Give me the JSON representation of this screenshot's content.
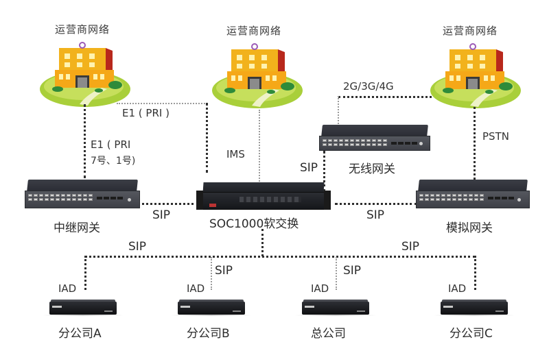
{
  "diagram": {
    "type": "network-topology",
    "carrier_networks": [
      {
        "id": "carrier-left",
        "label": "运营商网络"
      },
      {
        "id": "carrier-center",
        "label": "运营商网络"
      },
      {
        "id": "carrier-right",
        "label": "运营商网络"
      }
    ],
    "devices": {
      "trunk_gateway": {
        "label": "中继网关"
      },
      "softswitch": {
        "label": "SOC1000软交换"
      },
      "wireless_gateway": {
        "label": "无线网关"
      },
      "analog_gateway": {
        "label": "模拟网关"
      }
    },
    "link_labels": {
      "e1_pri_top": "E1 ( PRI )",
      "e1_pri_line1": "E1 ( PRI",
      "e1_pri_line2": "7号、1号)",
      "ims": "IMS",
      "mobile": "2G/3G/4G",
      "pstn": "PSTN",
      "sip_wireless": "SIP",
      "sip_trunk": "SIP",
      "sip_analog": "SIP",
      "sip_branch_left": "SIP",
      "sip_branch_b": "SIP",
      "sip_hq": "SIP",
      "sip_branch_right": "SIP"
    },
    "offices": [
      {
        "id": "branch-a",
        "device": "IAD",
        "label": "分公司A"
      },
      {
        "id": "branch-b",
        "device": "IAD",
        "label": "分公司B"
      },
      {
        "id": "headquarters",
        "device": "IAD",
        "label": "总公司"
      },
      {
        "id": "branch-c",
        "device": "IAD",
        "label": "分公司C"
      }
    ],
    "edges": [
      {
        "from": "carrier-left",
        "to": "trunk_gateway",
        "label": "E1 (PRI 7号、1号)"
      },
      {
        "from": "carrier-left",
        "to": "softswitch",
        "label": "E1 (PRI)"
      },
      {
        "from": "carrier-center",
        "to": "softswitch",
        "label": "IMS"
      },
      {
        "from": "carrier-right",
        "to": "wireless_gateway",
        "label": "2G/3G/4G"
      },
      {
        "from": "carrier-right",
        "to": "analog_gateway",
        "label": "PSTN"
      },
      {
        "from": "wireless_gateway",
        "to": "softswitch",
        "label": "SIP"
      },
      {
        "from": "trunk_gateway",
        "to": "softswitch",
        "label": "SIP"
      },
      {
        "from": "analog_gateway",
        "to": "softswitch",
        "label": "SIP"
      },
      {
        "from": "softswitch",
        "to": "branch-a",
        "label": "SIP"
      },
      {
        "from": "softswitch",
        "to": "branch-b",
        "label": "SIP"
      },
      {
        "from": "softswitch",
        "to": "headquarters",
        "label": "SIP"
      },
      {
        "from": "softswitch",
        "to": "branch-c",
        "label": "SIP"
      }
    ]
  },
  "colors": {
    "building_main": "#f2b21c",
    "building_shade": "#b8281c",
    "lawn": "#a9cf3a",
    "lawn_light": "#e6f0a8",
    "device_dark": "#2a2c33",
    "line": "#2f2f2f"
  }
}
